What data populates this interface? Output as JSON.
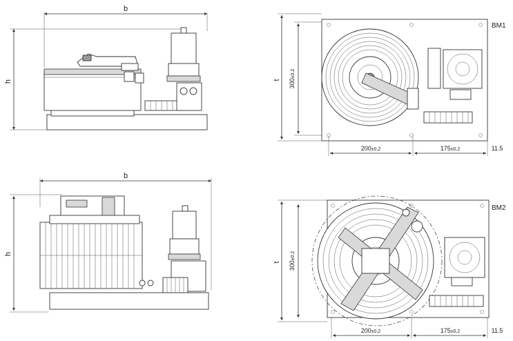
{
  "views": {
    "top_side": {
      "dim_b": "b",
      "dim_h": "h"
    },
    "top_plan": {
      "model": "BM1",
      "dim_t": "t",
      "dim_300": "300",
      "dim_300_tol": "±0.2",
      "dim_200": "200",
      "dim_200_tol": "±0,2",
      "dim_175": "175",
      "dim_175_tol": "±0,2",
      "dim_edge": "11.5"
    },
    "bottom_side": {
      "dim_b": "b",
      "dim_h": "h"
    },
    "bottom_plan": {
      "model": "BM2",
      "dim_t": "t",
      "dim_300": "300",
      "dim_300_tol": "±0.2",
      "dim_200": "200",
      "dim_200_tol": "±0,2",
      "dim_175": "175",
      "dim_175_tol": "±0,2",
      "dim_edge": "11.5"
    }
  }
}
